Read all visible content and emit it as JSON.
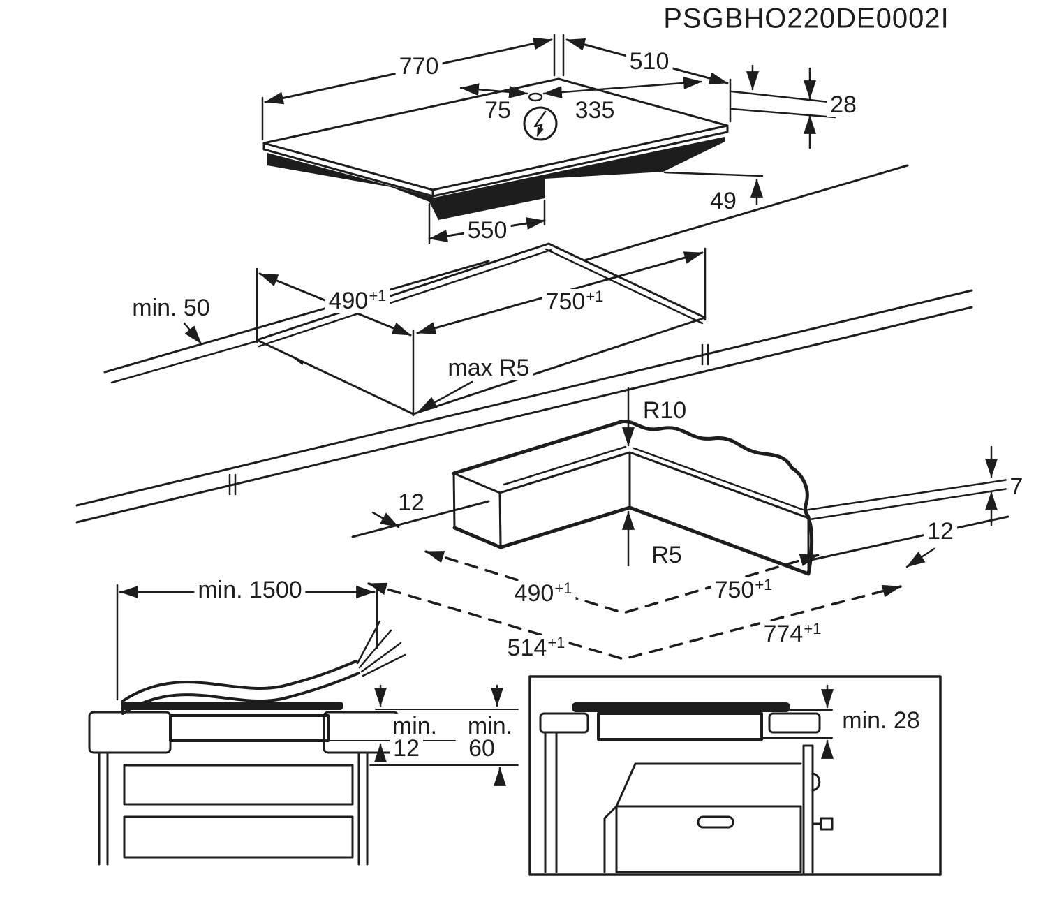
{
  "drawing_code": "PSGBHO220DE0002I",
  "colors": {
    "line": "#1d1d1d",
    "background": "#ffffff"
  },
  "hob": {
    "width": "770",
    "depth": "510",
    "cable_gland_offset": "75",
    "cable_center_offset": "335",
    "thickness_above_worktop": "28",
    "depth_below_worktop": "49",
    "bottom_box_width": "550"
  },
  "icons": {
    "power_connection": "lightning-bolt-in-circle"
  },
  "cutout": {
    "rear_clearance": "min. 50",
    "depth": {
      "value": "490",
      "sup": "+1"
    },
    "width": {
      "value": "750",
      "sup": "+1"
    },
    "corner_radius": "max R5"
  },
  "corner_detail": {
    "top_edge_radius": "R10",
    "bottom_corner_radius": "R5",
    "ledge_thickness": "7",
    "edge_offset_left": "12",
    "edge_offset_right": "12",
    "cutout_depth": {
      "value": "490",
      "sup": "+1"
    },
    "cutout_width": {
      "value": "750",
      "sup": "+1"
    },
    "outer_depth": {
      "value": "514",
      "sup": "+1"
    },
    "outer_width": {
      "value": "774",
      "sup": "+1"
    }
  },
  "cable": {
    "min_length": "min. 1500"
  },
  "drawer_clearance": {
    "min_label_left": "min.",
    "value_left": "12",
    "min_label_right": "min.",
    "value_right": "60"
  },
  "oven_clearance": {
    "label": "min. 28"
  }
}
